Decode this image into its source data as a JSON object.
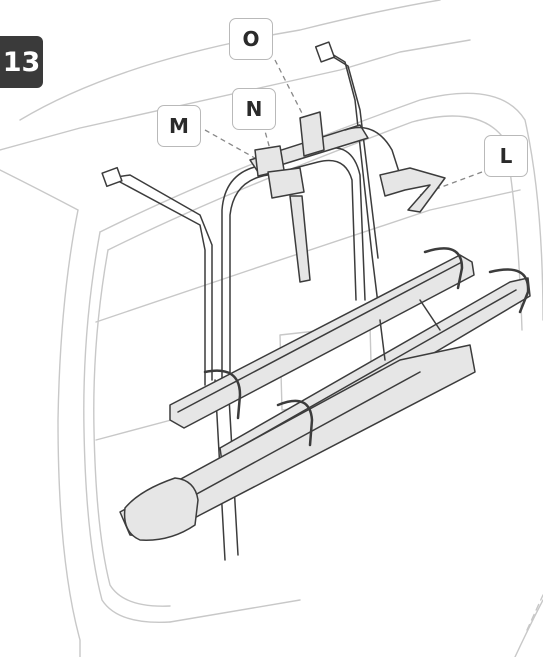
{
  "step": {
    "number": "13"
  },
  "callouts": [
    {
      "id": "O",
      "label": "O"
    },
    {
      "id": "N",
      "label": "N"
    },
    {
      "id": "M",
      "label": "M"
    },
    {
      "id": "L",
      "label": "L"
    }
  ],
  "colors": {
    "badge_bg": "#3a3a3a",
    "van_outline": "#c8c8c8",
    "rack_outline": "#3c3c3c",
    "rack_fill": "#e6e6e6",
    "leader_line": "#888888"
  }
}
